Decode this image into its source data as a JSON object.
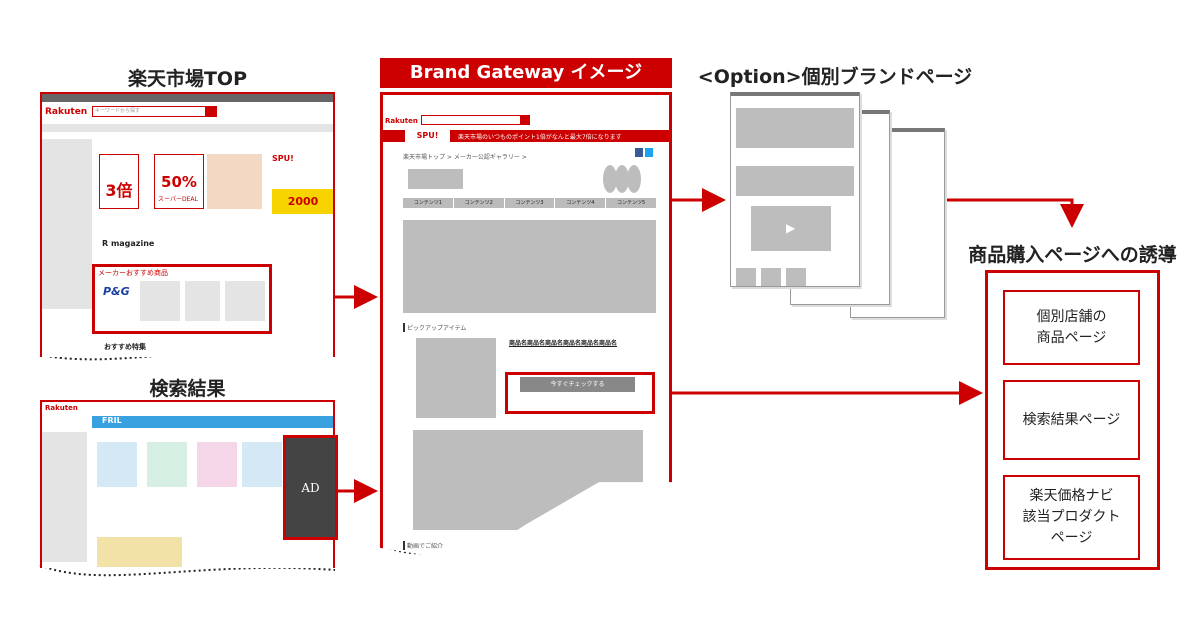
{
  "left": {
    "top_title": "楽天市場TOP",
    "top_shot": {
      "logo": "Rakuten",
      "search_placeholder": "キーワードから探す",
      "banner_big": "3倍",
      "banner_pct": "50%",
      "banner_deal": "スーパーDEAL",
      "banner_2000": "2000",
      "spu": "SPU!",
      "magazine": "R magazine",
      "maker_heading": "メーカーおすすめ商品",
      "pg": "P&G",
      "recommend": "おすすめ特集"
    },
    "search_title": "検索結果",
    "search_shot": {
      "logo": "Rakuten",
      "brand": "FRIL",
      "ad_label": "AD"
    }
  },
  "gateway": {
    "header": "Brand Gateway イメージ",
    "logo": "Rakuten",
    "spu_badge": "SPU!",
    "spu_text": "楽天市場のいつものポイント1倍がなんと最大7倍になります",
    "breadcrumb": "楽天市場トップ > メーカー公認ギャラリー >",
    "tabs": [
      "コンテンツ1",
      "コンテンツ2",
      "コンテンツ3",
      "コンテンツ4",
      "コンテンツ5"
    ],
    "pickup_heading": "ピックアップアイテム",
    "product_name": "商品名商品名商品名商品名商品名商品名",
    "cta_button": "今すぐチェックする",
    "video_heading": "動画でご紹介"
  },
  "option": {
    "title": "<Option>個別ブランドページ"
  },
  "destinations": {
    "title": "商品購入ページへの誘導",
    "items": [
      "個別店舗の\n商品ページ",
      "検索結果ページ",
      "楽天価格ナビ\n該当プロダクト\nページ"
    ]
  },
  "colors": {
    "accent": "#cc0000",
    "placeholder": "#bdbdbd"
  }
}
